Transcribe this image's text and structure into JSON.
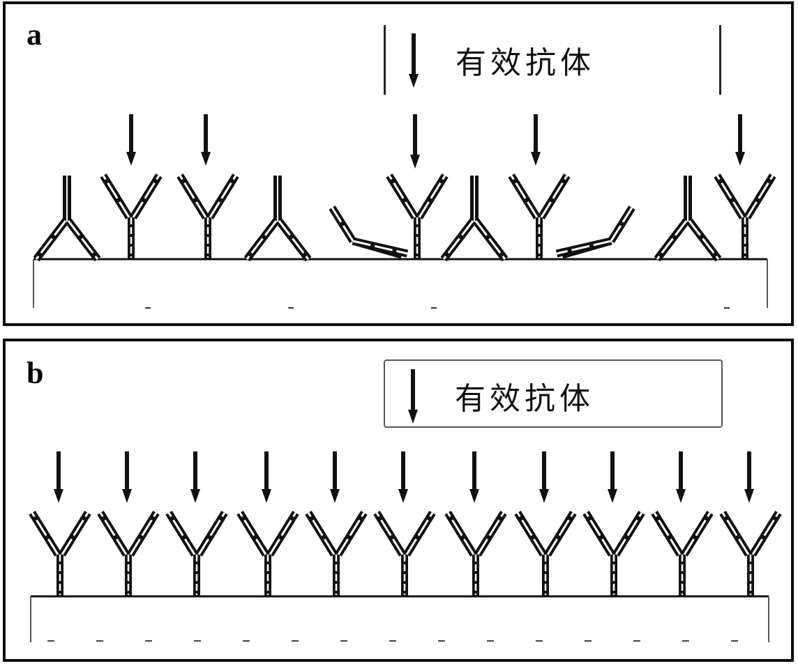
{
  "panels": [
    {
      "id": "a",
      "label": "a",
      "legend": {
        "text": "有效抗体"
      }
    },
    {
      "id": "b",
      "label": "b",
      "legend": {
        "text": "有效抗体"
      }
    }
  ],
  "colors": {
    "ink": "#111111",
    "background": "#ffffff"
  },
  "icons": {
    "legend_marker": "down-arrow-icon",
    "antibody": "y-shaped-antibody-icon"
  }
}
